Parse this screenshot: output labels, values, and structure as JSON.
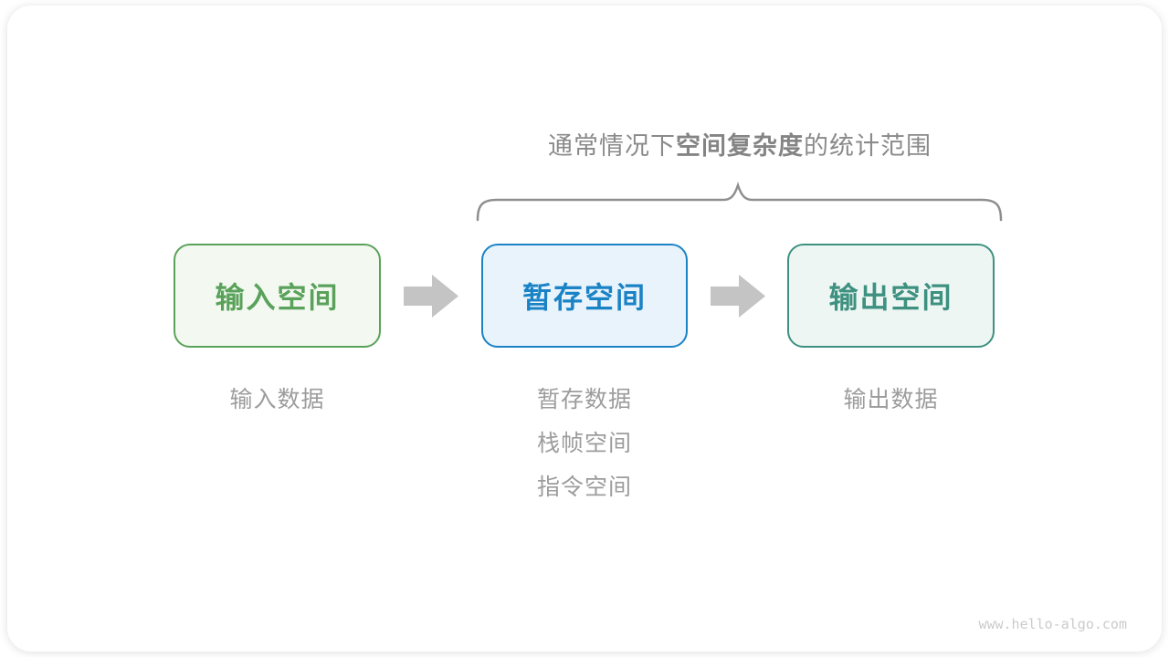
{
  "title": {
    "prefix": "通常情况下",
    "bold": "空间复杂度",
    "suffix": "的统计范围"
  },
  "boxes": [
    {
      "id": "input-space",
      "label": "输入空间",
      "border_color": "#5AA25B",
      "fill_color": "#F3F9F0",
      "text_color": "#5AA25B"
    },
    {
      "id": "temporary-space",
      "label": "暂存空间",
      "border_color": "#1A83C6",
      "fill_color": "#E8F3FB",
      "text_color": "#1A83C6"
    },
    {
      "id": "output-space",
      "label": "输出空间",
      "border_color": "#3E9180",
      "fill_color": "#EEF6F3",
      "text_color": "#3E9180"
    }
  ],
  "notes": {
    "input": [
      "输入数据"
    ],
    "temporary": [
      "暂存数据",
      "栈帧空间",
      "指令空间"
    ],
    "output": [
      "输出数据"
    ]
  },
  "icons": {
    "arrow": "right-block-arrow",
    "brace": "horizontal-curly-brace"
  },
  "colors": {
    "arrow": "#C4C4C4",
    "brace": "#8F8F8F",
    "title_text": "#8A8A8A",
    "note_text": "#9C9C9C",
    "watermark_text": "#CBCBCB"
  },
  "watermark": "www.hello-algo.com"
}
